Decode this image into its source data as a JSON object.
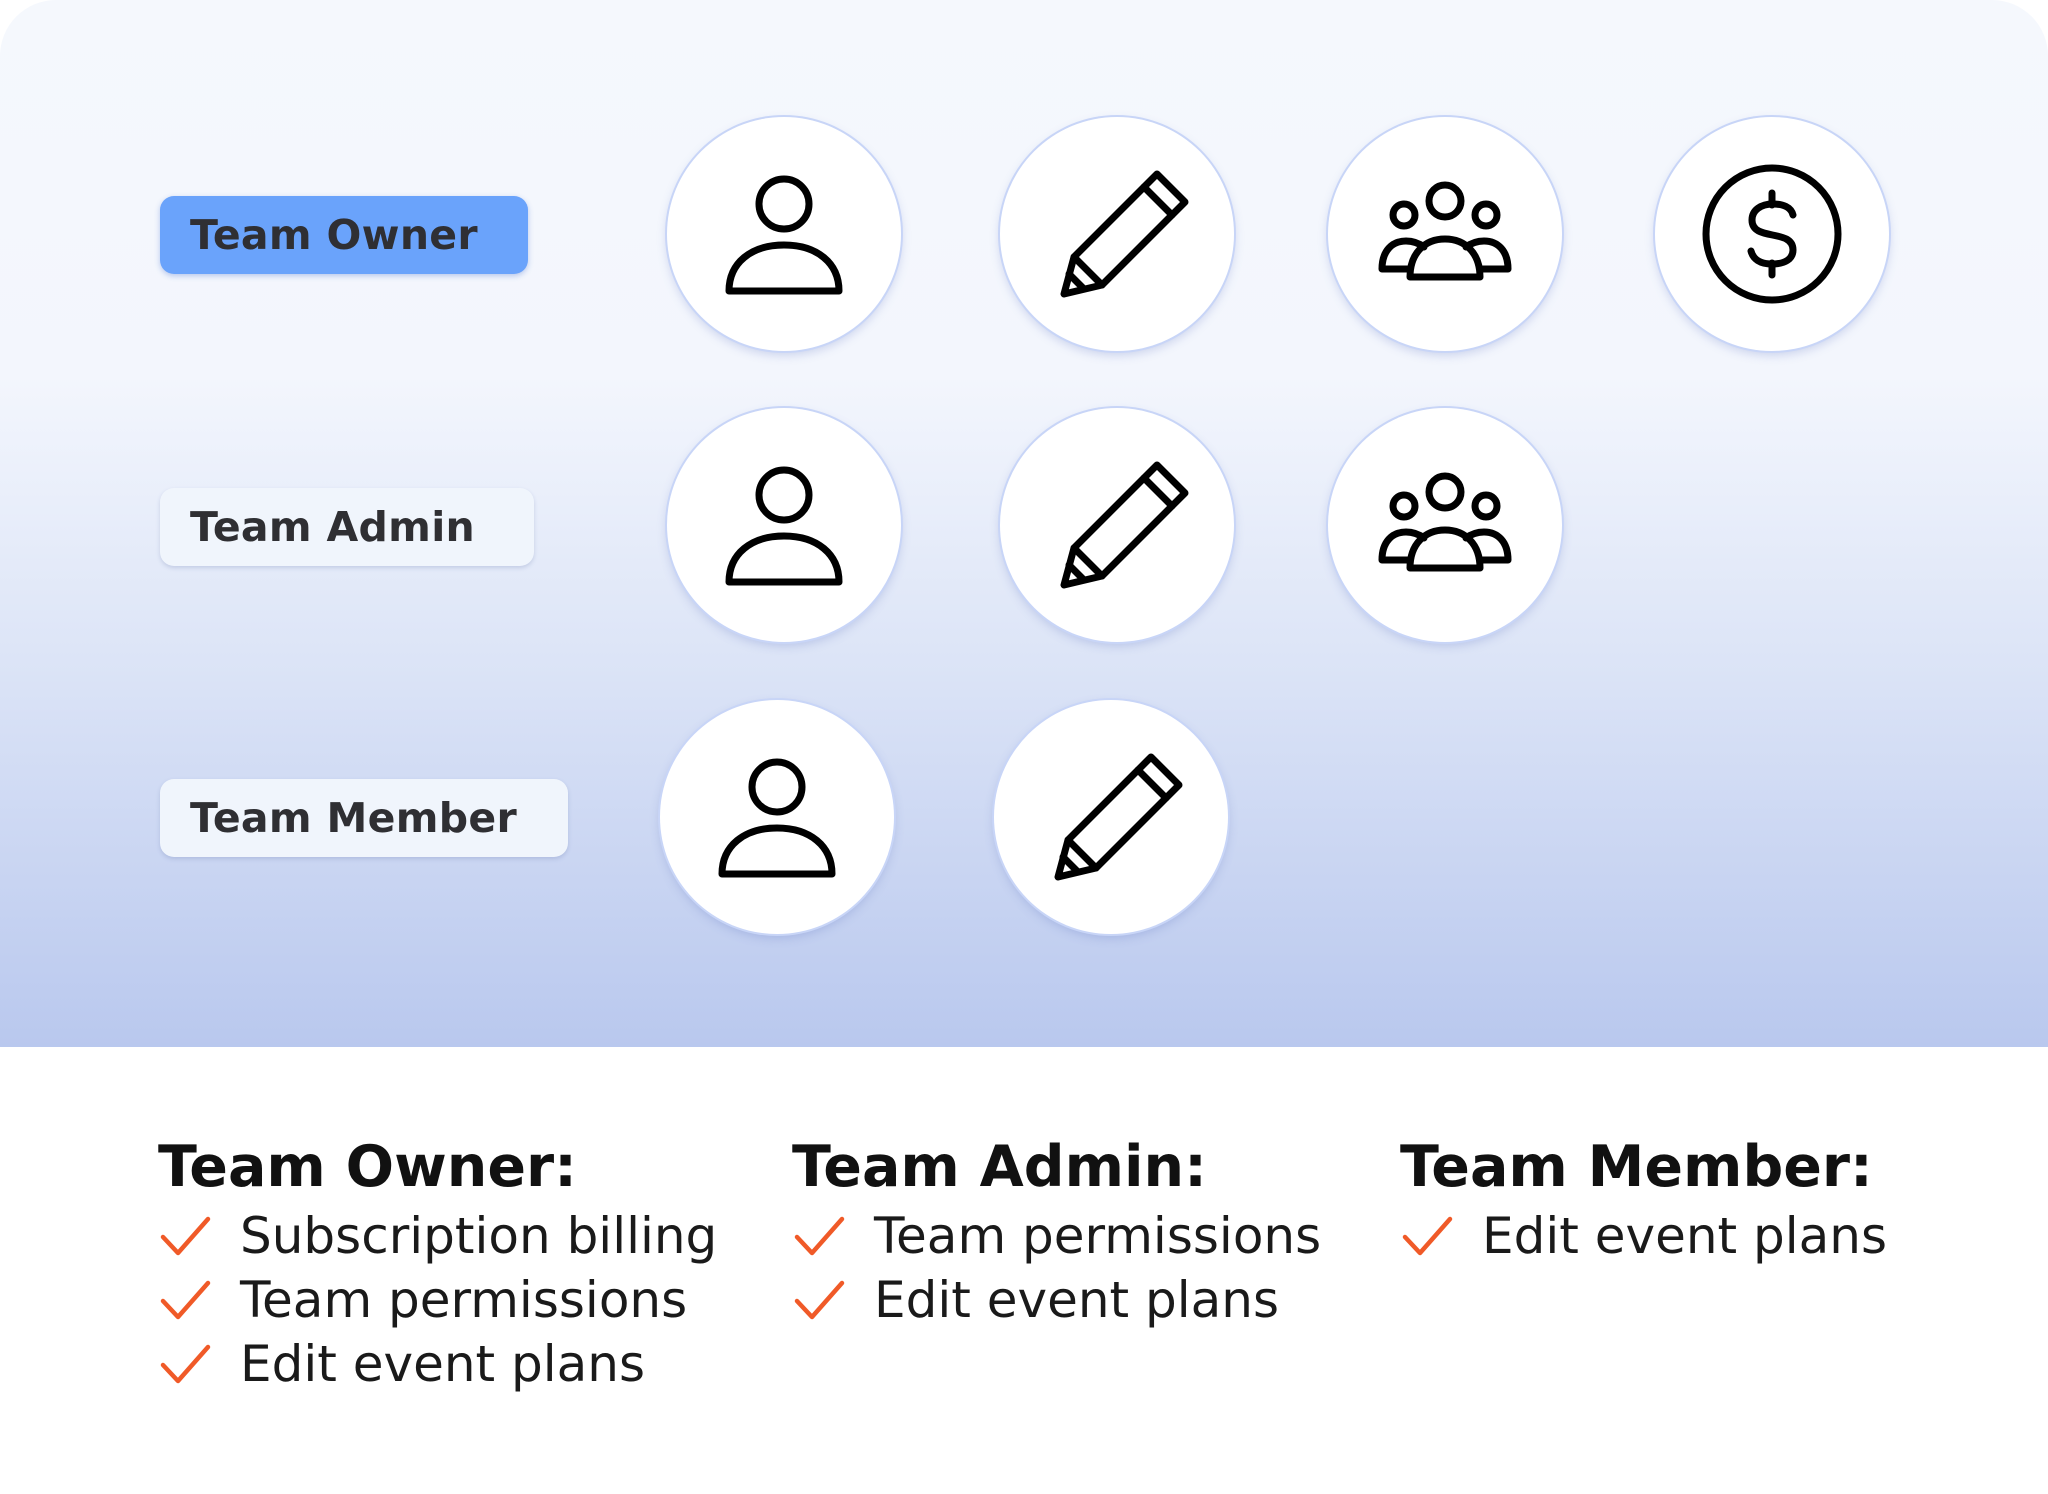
{
  "rows": [
    {
      "label": "Team Owner",
      "icons": [
        "person-icon",
        "pencil-icon",
        "group-icon",
        "dollar-icon"
      ]
    },
    {
      "label": "Team Admin",
      "icons": [
        "person-icon",
        "pencil-icon",
        "group-icon"
      ]
    },
    {
      "label": "Team Member",
      "icons": [
        "person-icon",
        "pencil-icon"
      ]
    }
  ],
  "legend": [
    {
      "title": "Team Owner:",
      "items": [
        "Subscription billing",
        "Team permissions",
        "Edit event plans"
      ]
    },
    {
      "title": "Team Admin:",
      "items": [
        "Team permissions",
        "Edit event plans"
      ]
    },
    {
      "title": "Team Member:",
      "items": [
        "Edit event plans"
      ]
    }
  ],
  "colors": {
    "active_pill": "#6aa3fb",
    "pill": "#f0f5fc",
    "check": "#f05a28",
    "icon_stroke": "#000000"
  }
}
